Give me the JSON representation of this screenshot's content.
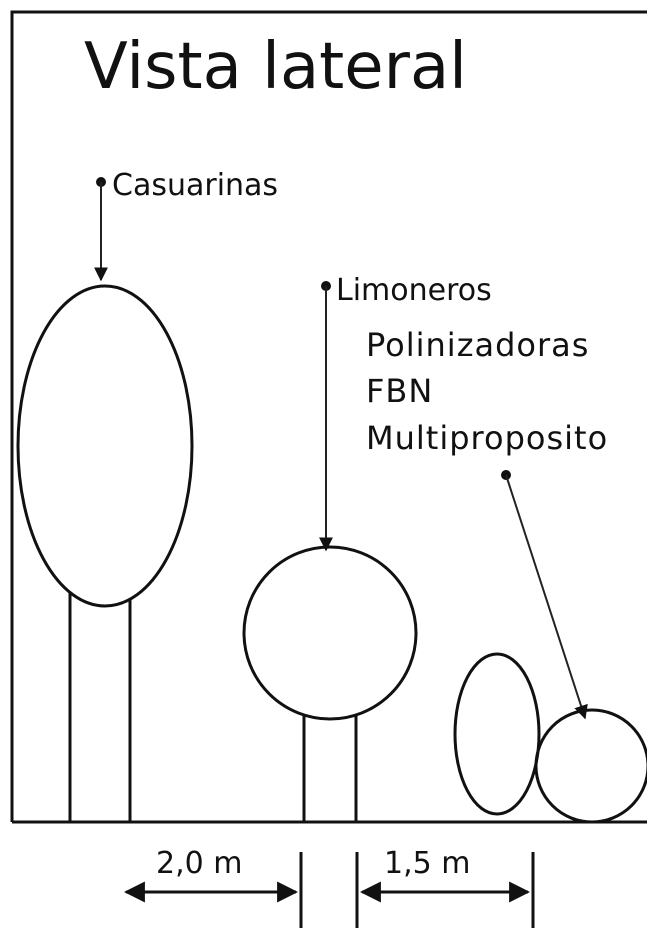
{
  "title": "Vista lateral",
  "labels": {
    "casuarinas": "Casuarinas",
    "limoneros": "Limoneros",
    "polinizadoras": "Polinizadoras",
    "fbn": "FBN",
    "multiproposito": "Multiproposito"
  },
  "dimensions": {
    "left": "2,0 m",
    "right": "1,5 m"
  }
}
